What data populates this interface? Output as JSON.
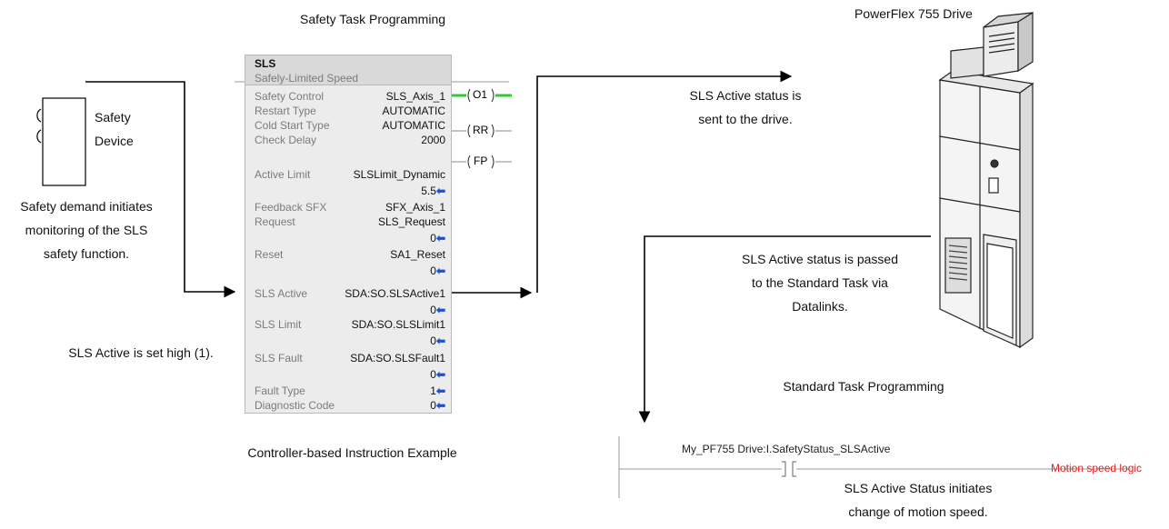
{
  "titles": {
    "safety_task": "Safety Task Programming",
    "drive": "PowerFlex 755 Drive",
    "standard_task": "Standard Task Programming",
    "controller_example": "Controller-based Instruction Example"
  },
  "device": {
    "label_line1": "Safety",
    "label_line2": "Device"
  },
  "captions": {
    "demand_l1": "Safety demand initiates",
    "demand_l2": "monitoring of the SLS",
    "demand_l3": "safety function.",
    "active_set": "SLS Active is set high (1).",
    "sent_l1": "SLS Active status is",
    "sent_l2": "sent to the drive.",
    "passed_l1": "SLS Active status is passed",
    "passed_l2": "to the Standard Task via",
    "passed_l3": "Datalinks.",
    "initiates_l1": "SLS Active Status initiates",
    "initiates_l2": "change of motion speed."
  },
  "block": {
    "name": "SLS",
    "subtitle": "Safely-Limited Speed",
    "rows": [
      {
        "label": "Safety Control",
        "value": "SLS_Axis_1"
      },
      {
        "label": "Restart Type",
        "value": "AUTOMATIC"
      },
      {
        "label": "Cold Start Type",
        "value": "AUTOMATIC"
      },
      {
        "label": "Check Delay",
        "value": "2000"
      },
      {
        "label": "Active Limit",
        "value": "SLSLimit_Dynamic",
        "out": "5.5"
      },
      {
        "label": "Feedback SFX",
        "value": "SFX_Axis_1"
      },
      {
        "label": "Request",
        "value": "SLS_Request",
        "out": "0"
      },
      {
        "label": "Reset",
        "value": "SA1_Reset",
        "out": "0"
      },
      {
        "label": "SLS Active",
        "value": "SDA:SO.SLSActive1",
        "out": "0"
      },
      {
        "label": "SLS Limit",
        "value": "SDA:SO.SLSLimit1",
        "out": "0"
      },
      {
        "label": "SLS Fault",
        "value": "SDA:SO.SLSFault1",
        "out": "0"
      },
      {
        "label": "Fault Type",
        "out": "1"
      },
      {
        "label": "Diagnostic Code",
        "out": "0"
      }
    ],
    "coils": [
      "O1",
      "RR",
      "FP"
    ],
    "arrow_glyph": "⬅"
  },
  "rung": {
    "tag": "My_PF755 Drive:I.SafetyStatus_SLSActive",
    "logic": "Motion speed logic",
    "logic_color": "#e02020"
  },
  "colors": {
    "coil_green": "#2ecc2e",
    "value_arrow": "#1a4fd6"
  }
}
